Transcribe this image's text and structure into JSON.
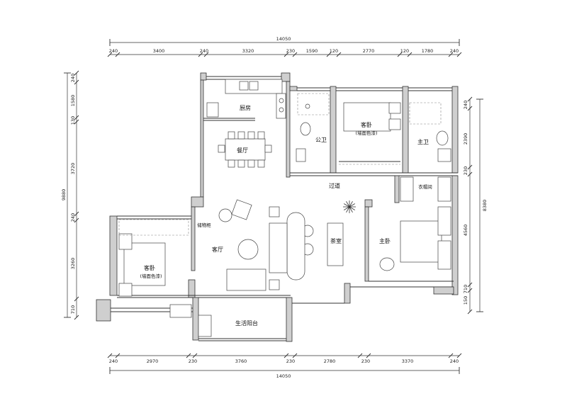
{
  "dimensions": {
    "top_total": "14050",
    "top_segments": [
      "240",
      "3400",
      "240",
      "3320",
      "230",
      "1590",
      "120",
      "2770",
      "120",
      "1780",
      "240"
    ],
    "bottom_total": "14050",
    "bottom_segments": [
      "240",
      "2970",
      "230",
      "3760",
      "230",
      "2780",
      "230",
      "3370",
      "240"
    ],
    "left_total": "9880",
    "left_segments": [
      "240",
      "1580",
      "130",
      "3720",
      "240",
      "3260",
      "710"
    ],
    "right_total": "8380",
    "right_segments": [
      "240",
      "2390",
      "230",
      "4560",
      "150",
      "710"
    ]
  },
  "rooms": {
    "kitchen": "厨房",
    "dining": "餐厅",
    "public_bath": "公卫",
    "guest_bedroom_top": "客卧",
    "guest_bedroom_top_note": "(墙面色漆)",
    "master_bath": "主卫",
    "corridor": "过道",
    "walkin_closet": "衣帽间",
    "living": "客厅",
    "guest_bedroom_left": "客卧",
    "guest_bedroom_left_note": "(墙面色漆)",
    "tea_room": "茶室",
    "master_bedroom": "主卧",
    "balcony": "生活阳台",
    "side_label": "储物柜"
  }
}
